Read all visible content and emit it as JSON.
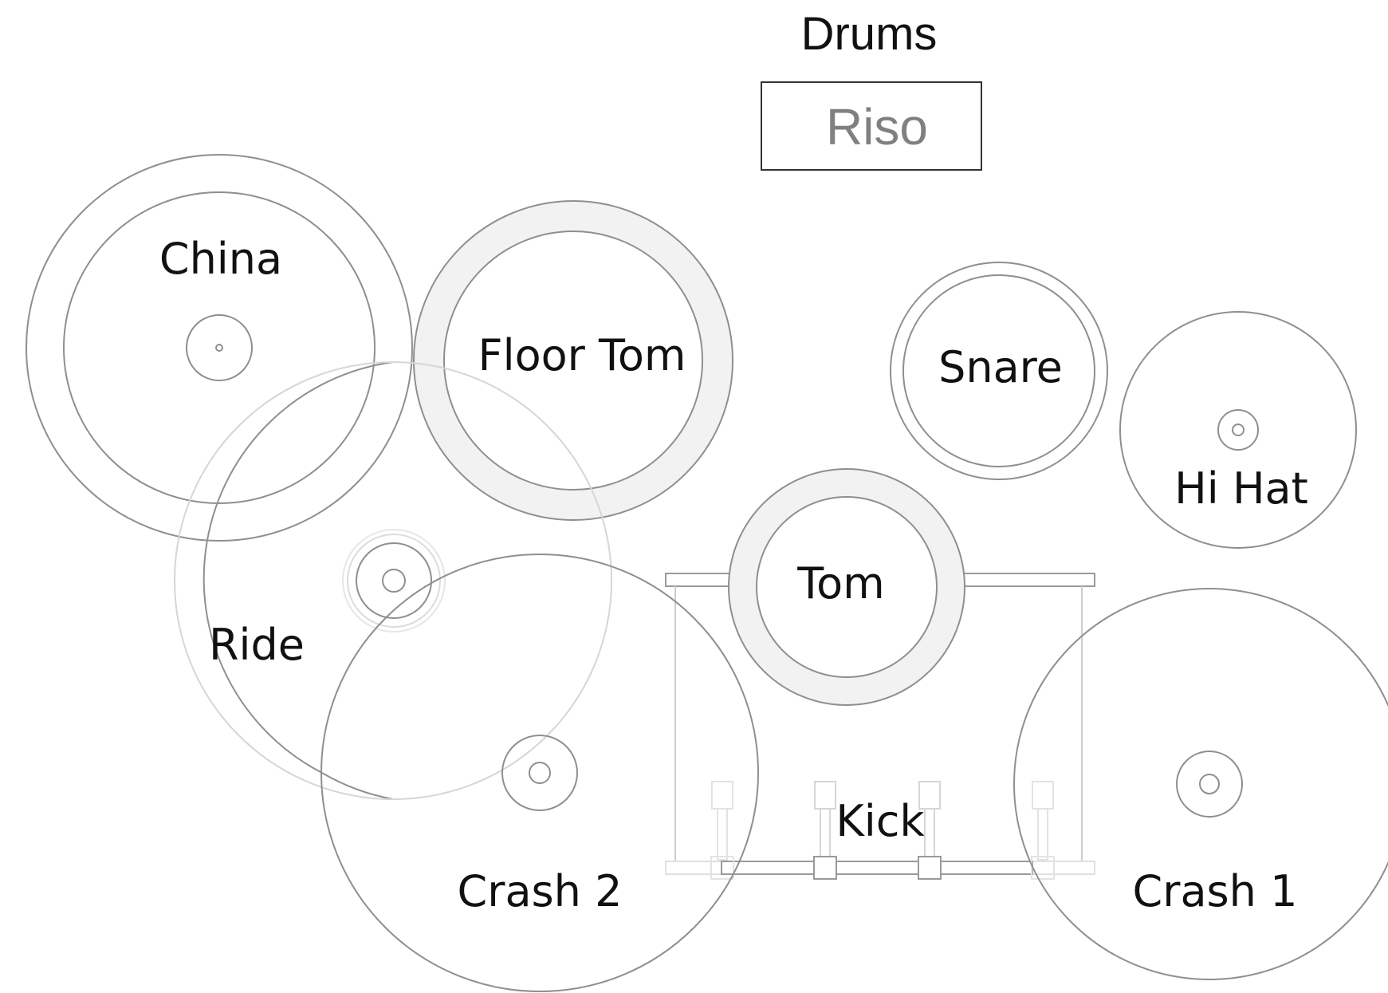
{
  "header": {
    "title": "Drums",
    "preset": "Riso"
  },
  "pads": {
    "china": {
      "label": "China"
    },
    "floor_tom": {
      "label": "Floor Tom"
    },
    "snare": {
      "label": "Snare"
    },
    "hi_hat": {
      "label": "Hi Hat"
    },
    "tom": {
      "label": "Tom"
    },
    "ride": {
      "label": "Ride"
    },
    "crash_2": {
      "label": "Crash 2"
    },
    "kick": {
      "label": "Kick"
    },
    "crash_1": {
      "label": "Crash 1"
    }
  },
  "colors": {
    "outline": "#8f8f8f",
    "shell_fill": "#f2f2f2",
    "faint_outline": "#d6d6d6",
    "text": "#111111",
    "preset_text": "#808080"
  }
}
